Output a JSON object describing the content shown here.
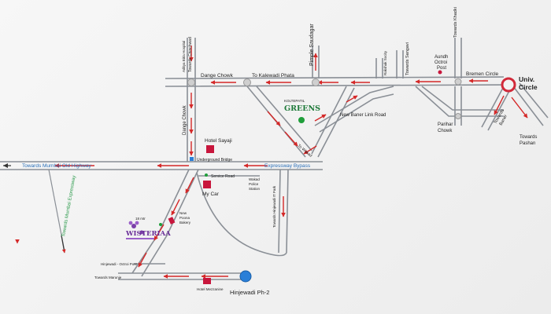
{
  "colors": {
    "road": "#8a8f96",
    "arrow": "#d42828",
    "marker": "#c8163c",
    "green_dot": "#1f9e3a",
    "hinjewadi": "#2a7fd8",
    "univ_ring": "#d22a3a",
    "highway_green": "#2a9a4a",
    "bypass_blue": "#2a6fb8"
  },
  "labels": {
    "aditya_birla": "Aditya Birla Hospital",
    "towards_chinchwad": "Towards Chinchwad",
    "pimple_saudagar": "Pimple Saudagar",
    "rakshak_society": "Rakshak Socity",
    "towards_sangavi": "Towards Sangavi",
    "towards_khadki": "Towards Khadki",
    "aundh_octroi": [
      "Aundh",
      "Octroi",
      "Post"
    ],
    "bremen_circle": "Bremen Circle",
    "univ_circle": [
      "Univ.",
      "Circle"
    ],
    "dange_chowk_top": "Dange Chowk",
    "to_kalewadi": "To Kalewadi Phata",
    "kolte_patil": "KOLTEPATIL",
    "greens": "GREENS",
    "new_baner": "New Baner Link Road",
    "parihar_chowk": [
      "Parihar",
      "Chowk"
    ],
    "towards_baner": [
      "Towards",
      "Baner"
    ],
    "towards_pashan": [
      "Towards",
      "Pashan"
    ],
    "dange_chowk_vertical": "Dange Chowk",
    "hotel_sayaji": "Hotel Sayaji",
    "underground_bridge": "Underground Bridge",
    "to_wakad": "To Wakad",
    "expressway_bypass": "Expressway Bypass",
    "towards_mumbai_old": "Towards Mumbai Old Highway",
    "service_road": "Service Road",
    "wakad_police": [
      "Wakad",
      "Police",
      "Station"
    ],
    "my_car": "My Car",
    "towards_hinjewadi_it": "Towards Hinjewadi IT Park",
    "towards_mumbai_expressway": "Towards Mumbai Expressway",
    "new_poona_bakery": [
      "New",
      "Poona",
      "Bakery"
    ],
    "road_18m": "18 mtr",
    "wisteriaa": "WISTERIAA",
    "hinjewadi_octroi": "Hinjewadi - Octroi Post",
    "towards_marunji": "Towards Marunje",
    "hotel_mezzanine": "Hotel Mezzanine",
    "hinjewadi_ph2": "Hinjewadi Ph-2"
  }
}
